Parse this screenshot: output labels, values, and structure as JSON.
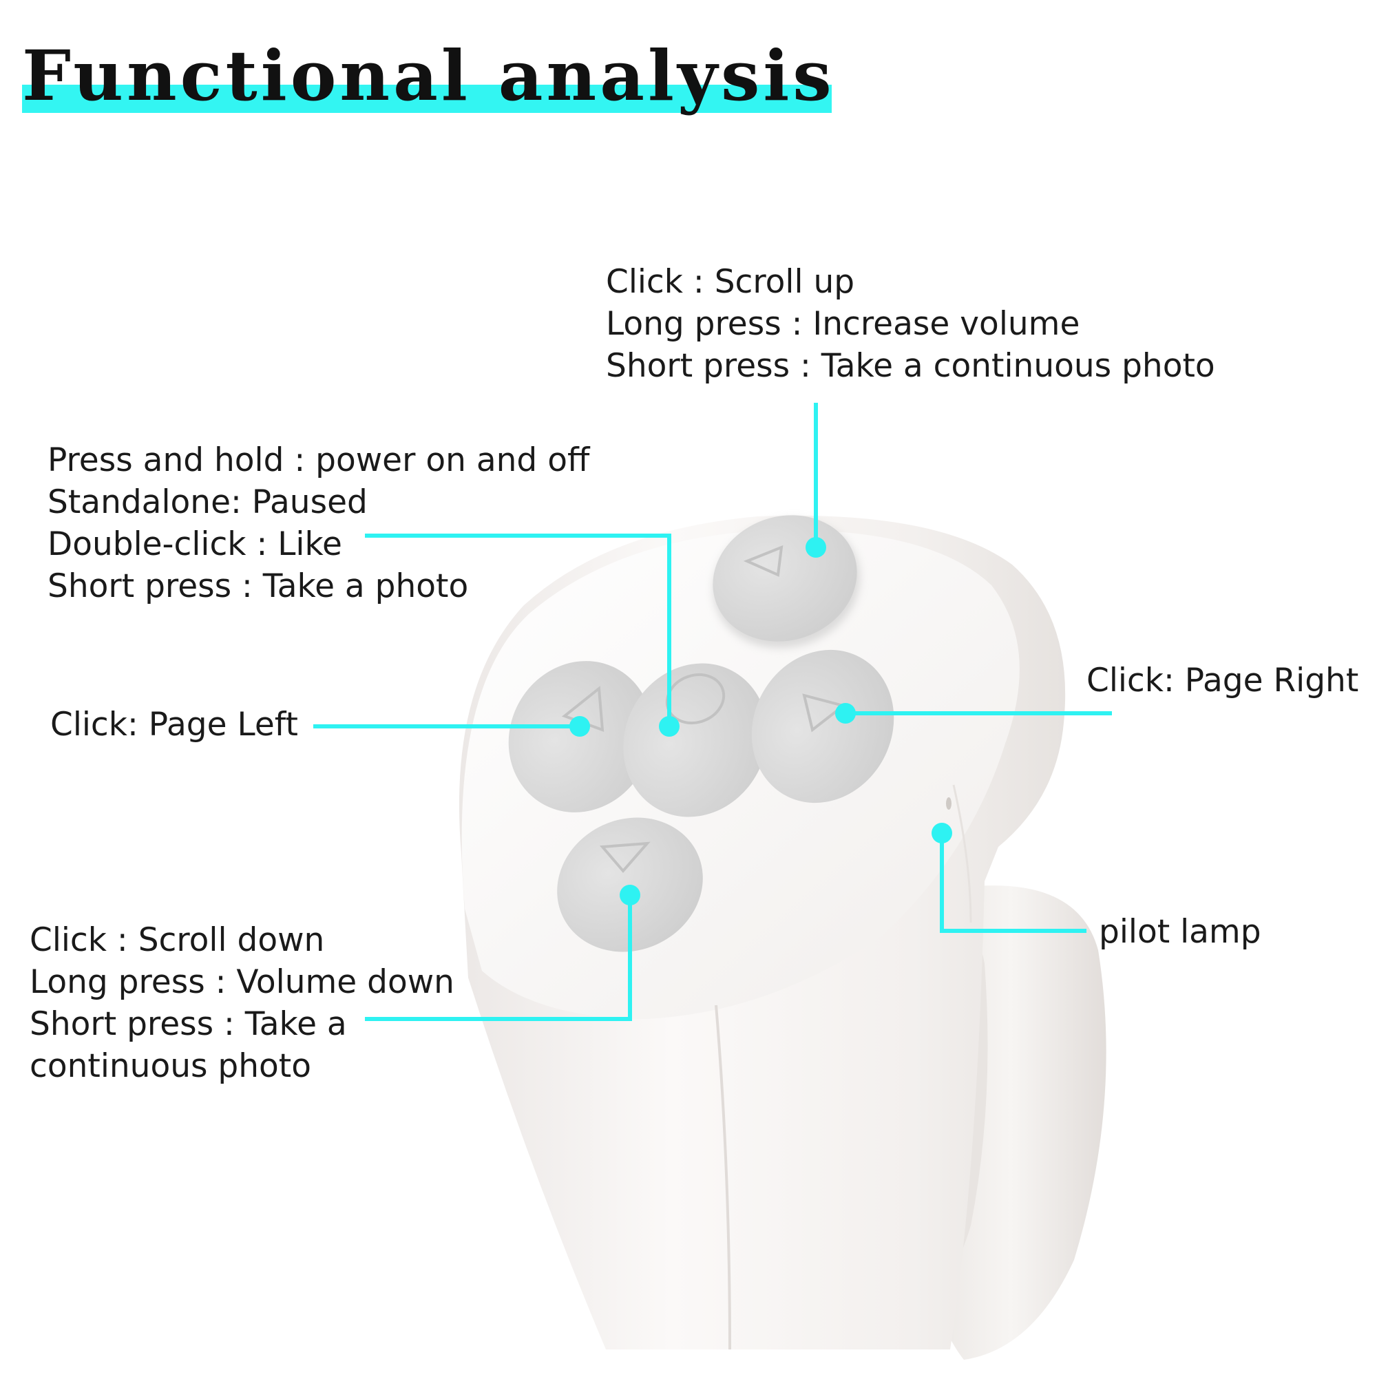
{
  "title": "Functional analysis",
  "colors": {
    "accent": "#2ef2f2",
    "highlight": "#33f5f2",
    "text": "#1a1a1a",
    "device_body": "#f6f3f2",
    "button_gray": "#d9d9d9"
  },
  "device": {
    "type": "finger ring remote",
    "buttons": [
      {
        "name": "up",
        "icon": "triangle-up-icon"
      },
      {
        "name": "left",
        "icon": "triangle-left-icon"
      },
      {
        "name": "center",
        "icon": "circle-icon"
      },
      {
        "name": "right",
        "icon": "triangle-right-icon"
      },
      {
        "name": "down",
        "icon": "triangle-down-icon"
      }
    ]
  },
  "callouts": {
    "top": {
      "lines": [
        "Click : Scroll up",
        "Long press : Increase volume",
        "Short press : Take a continuous photo"
      ]
    },
    "center": {
      "lines": [
        "Press and hold : power on and off",
        "Standalone: Paused",
        "Double-click : Like",
        "Short press : Take a photo"
      ]
    },
    "left": {
      "lines": [
        "Click: Page Left"
      ]
    },
    "right": {
      "lines": [
        "Click: Page Right"
      ]
    },
    "bottom": {
      "lines": [
        "Click : Scroll down",
        "Long press : Volume down",
        "Short press : Take a",
        "continuous photo"
      ]
    },
    "lamp": {
      "lines": [
        "pilot lamp"
      ]
    }
  }
}
